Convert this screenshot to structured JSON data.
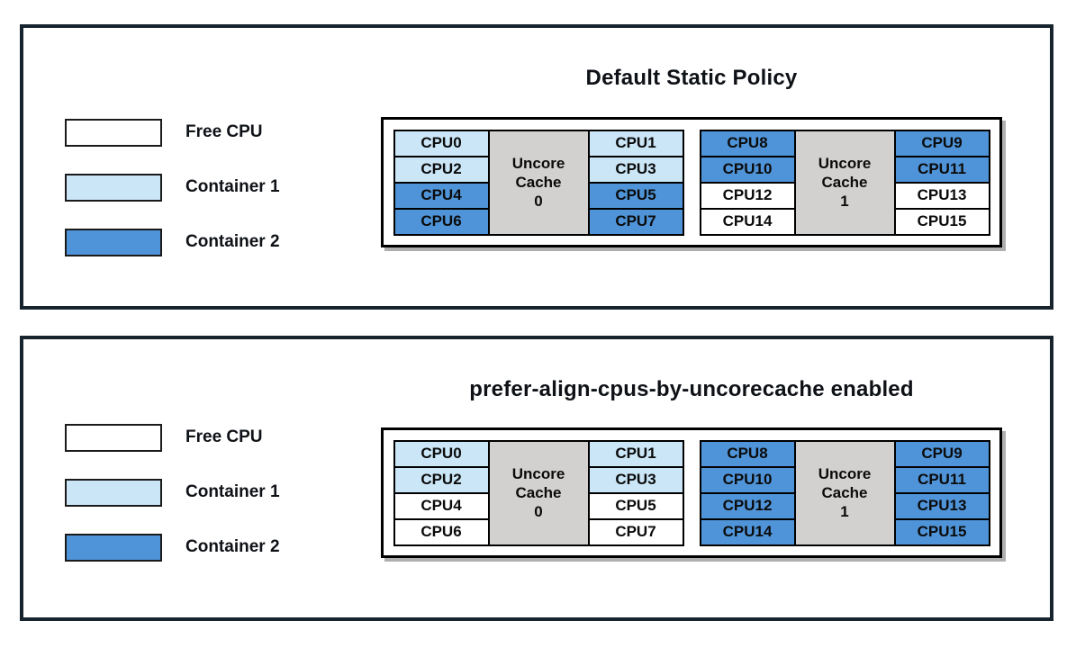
{
  "colors": {
    "free": "#ffffff",
    "container1": "#cbe6f7",
    "container2": "#4f94d8",
    "cache": "#d3d1cf",
    "panel_border": "#17242e",
    "cell_border": "#000000",
    "text": "#0e1116"
  },
  "legend": [
    {
      "label": "Free CPU",
      "state": "free"
    },
    {
      "label": "Container 1",
      "state": "container1"
    },
    {
      "label": "Container 2",
      "state": "container2"
    }
  ],
  "panels": [
    {
      "title": "Default Static Policy",
      "groups": [
        {
          "cache": {
            "state": "cache",
            "lines": [
              "Uncore",
              "Cache",
              "0"
            ]
          },
          "left": [
            {
              "label": "CPU0",
              "state": "container1"
            },
            {
              "label": "CPU2",
              "state": "container1"
            },
            {
              "label": "CPU4",
              "state": "container2"
            },
            {
              "label": "CPU6",
              "state": "container2"
            }
          ],
          "right": [
            {
              "label": "CPU1",
              "state": "container1"
            },
            {
              "label": "CPU3",
              "state": "container1"
            },
            {
              "label": "CPU5",
              "state": "container2"
            },
            {
              "label": "CPU7",
              "state": "container2"
            }
          ]
        },
        {
          "cache": {
            "state": "cache",
            "lines": [
              "Uncore",
              "Cache",
              "1"
            ]
          },
          "left": [
            {
              "label": "CPU8",
              "state": "container2"
            },
            {
              "label": "CPU10",
              "state": "container2"
            },
            {
              "label": "CPU12",
              "state": "free"
            },
            {
              "label": "CPU14",
              "state": "free"
            }
          ],
          "right": [
            {
              "label": "CPU9",
              "state": "container2"
            },
            {
              "label": "CPU11",
              "state": "container2"
            },
            {
              "label": "CPU13",
              "state": "free"
            },
            {
              "label": "CPU15",
              "state": "free"
            }
          ]
        }
      ]
    },
    {
      "title": "prefer-align-cpus-by-uncorecache enabled",
      "groups": [
        {
          "cache": {
            "state": "cache",
            "lines": [
              "Uncore",
              "Cache",
              "0"
            ]
          },
          "left": [
            {
              "label": "CPU0",
              "state": "container1"
            },
            {
              "label": "CPU2",
              "state": "container1"
            },
            {
              "label": "CPU4",
              "state": "free"
            },
            {
              "label": "CPU6",
              "state": "free"
            }
          ],
          "right": [
            {
              "label": "CPU1",
              "state": "container1"
            },
            {
              "label": "CPU3",
              "state": "container1"
            },
            {
              "label": "CPU5",
              "state": "free"
            },
            {
              "label": "CPU7",
              "state": "free"
            }
          ]
        },
        {
          "cache": {
            "state": "cache",
            "lines": [
              "Uncore",
              "Cache",
              "1"
            ]
          },
          "left": [
            {
              "label": "CPU8",
              "state": "container2"
            },
            {
              "label": "CPU10",
              "state": "container2"
            },
            {
              "label": "CPU12",
              "state": "container2"
            },
            {
              "label": "CPU14",
              "state": "container2"
            }
          ],
          "right": [
            {
              "label": "CPU9",
              "state": "container2"
            },
            {
              "label": "CPU11",
              "state": "container2"
            },
            {
              "label": "CPU13",
              "state": "container2"
            },
            {
              "label": "CPU15",
              "state": "container2"
            }
          ]
        }
      ]
    }
  ]
}
